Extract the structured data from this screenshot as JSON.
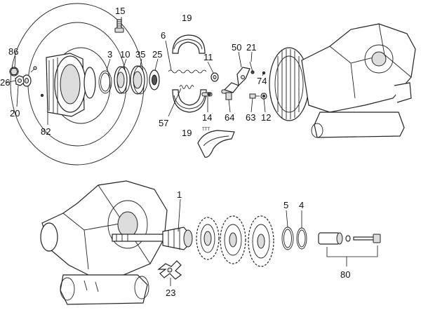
{
  "callouts": {
    "c15": "15",
    "c19a": "19",
    "c6": "6",
    "c86": "86",
    "c3": "3",
    "c10": "10",
    "c35": "35",
    "c25": "25",
    "c11": "11",
    "c50": "50",
    "c21": "21",
    "c74": "74",
    "c26": "26",
    "c20": "20",
    "c82": "82",
    "c57": "57",
    "c19b": "19",
    "c14": "14",
    "c64": "64",
    "c63": "63",
    "c12": "12",
    "c1": "1",
    "c5": "5",
    "c4": "4",
    "c23": "23",
    "c80": "80"
  },
  "embedded_text": {
    "clip_mark": "TTT"
  },
  "colors": {
    "line": "#222222",
    "background": "#ffffff"
  }
}
